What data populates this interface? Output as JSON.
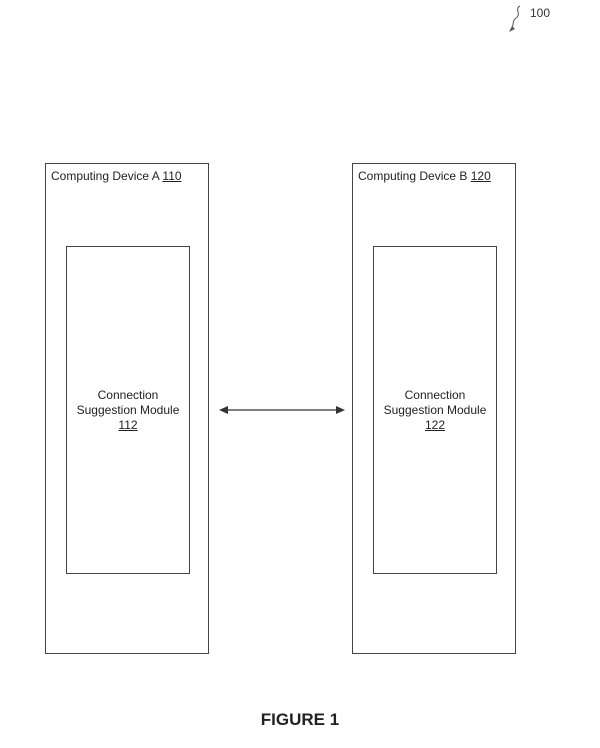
{
  "diagram": {
    "reference": "100",
    "devices": [
      {
        "title": "Computing Device A",
        "ref": "110",
        "module": {
          "line1": "Connection",
          "line2": "Suggestion Module",
          "ref": "112"
        }
      },
      {
        "title": "Computing Device B",
        "ref": "120",
        "module": {
          "line1": "Connection",
          "line2": "Suggestion Module",
          "ref": "122"
        }
      }
    ],
    "connector": "bidirectional-arrow",
    "caption": "FIGURE 1"
  },
  "colors": {
    "stroke": "#444444",
    "text": "#222222",
    "background": "#ffffff"
  }
}
